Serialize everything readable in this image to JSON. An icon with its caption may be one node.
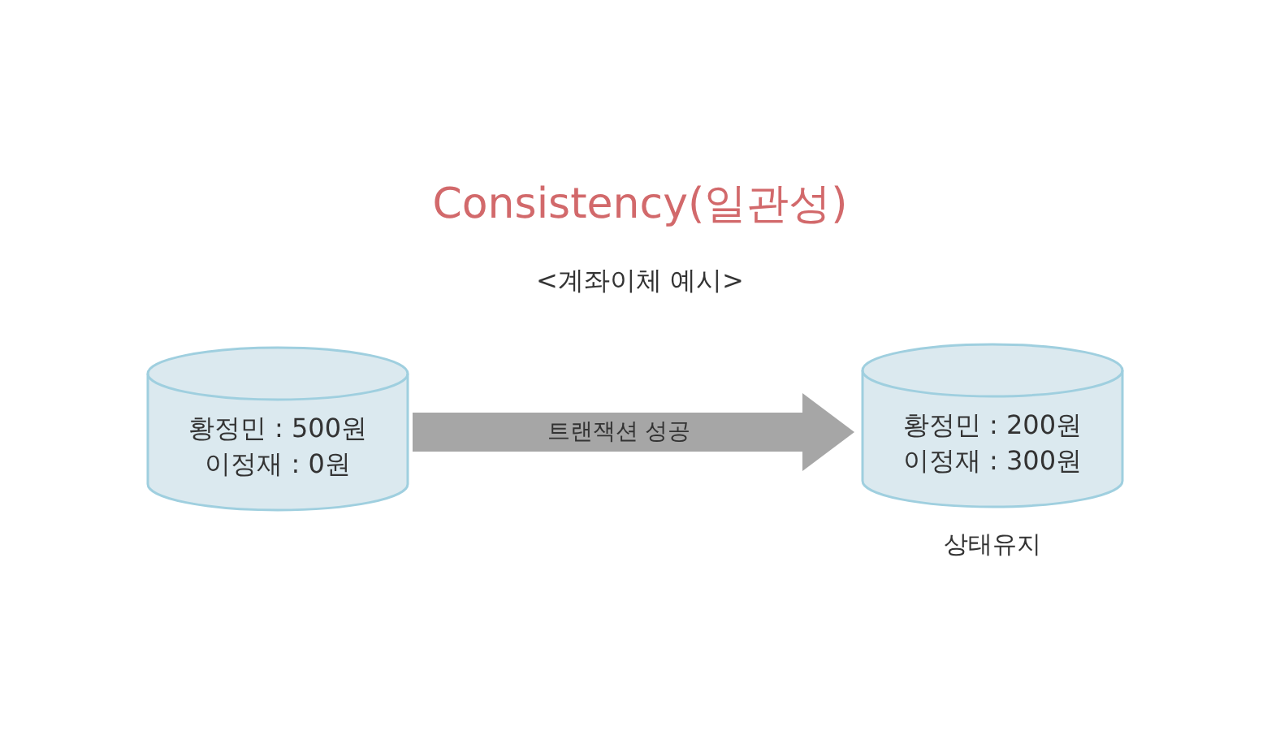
{
  "diagram": {
    "title": "Consistency(일관성)",
    "nodes": [
      {
        "text": [
          "황정민 : 500원",
          "이정재 : 0원"
        ]
      },
      {
        "text": [
          "황정민 : 200원",
          "이정재 : 300원"
        ],
        "beside": [
          "상태유지"
        ]
      }
    ],
    "edges": [
      {
        "from": 0,
        "to": 1,
        "arrow": "to",
        "label": "트랜잭션 성공"
      }
    ],
    "labels": [
      "<계좌이체 예시>"
    ]
  }
}
